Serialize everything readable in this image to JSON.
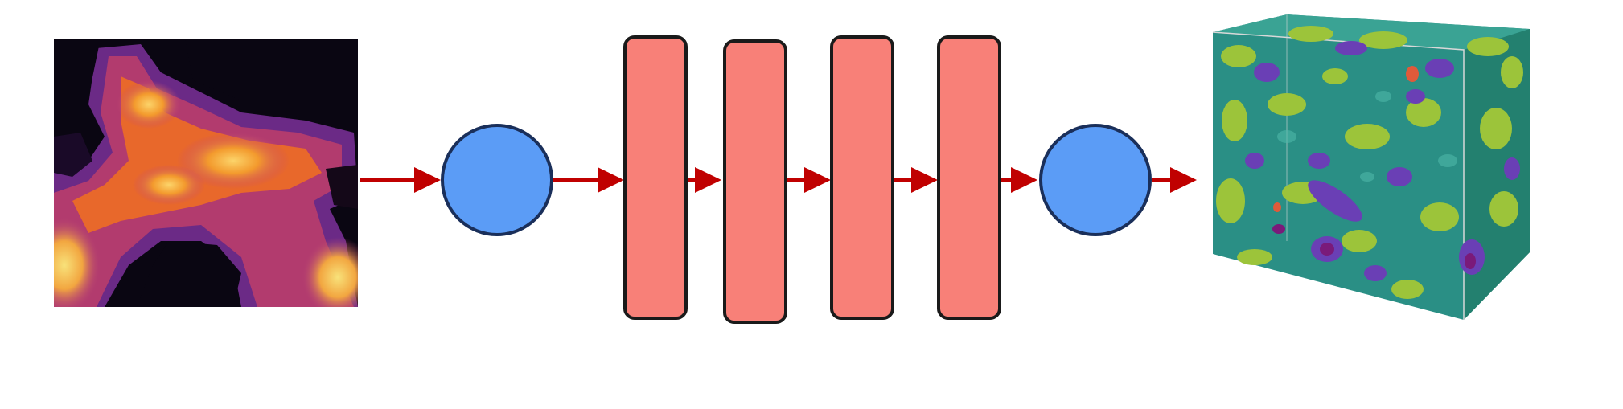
{
  "diagram": {
    "pipeline": [
      {
        "kind": "image",
        "content": "2d-heatmap",
        "colormap": "inferno"
      },
      {
        "kind": "node",
        "shape": "circle"
      },
      {
        "kind": "layer",
        "shape": "rounded-rectangle"
      },
      {
        "kind": "layer",
        "shape": "rounded-rectangle"
      },
      {
        "kind": "layer",
        "shape": "rounded-rectangle"
      },
      {
        "kind": "layer",
        "shape": "rounded-rectangle"
      },
      {
        "kind": "node",
        "shape": "circle"
      },
      {
        "kind": "image",
        "content": "3d-volume-render"
      }
    ],
    "arrow_count": 7,
    "colors": {
      "arrow": "#c00000",
      "node_fill": "#5b9cf6",
      "node_stroke": "#1a2f5a",
      "layer_fill": "#f88078",
      "layer_stroke": "#1a1a1a",
      "volume_teal": "#2a8f85",
      "volume_green": "#9cc43a",
      "volume_purple": "#6a3fb5"
    }
  }
}
